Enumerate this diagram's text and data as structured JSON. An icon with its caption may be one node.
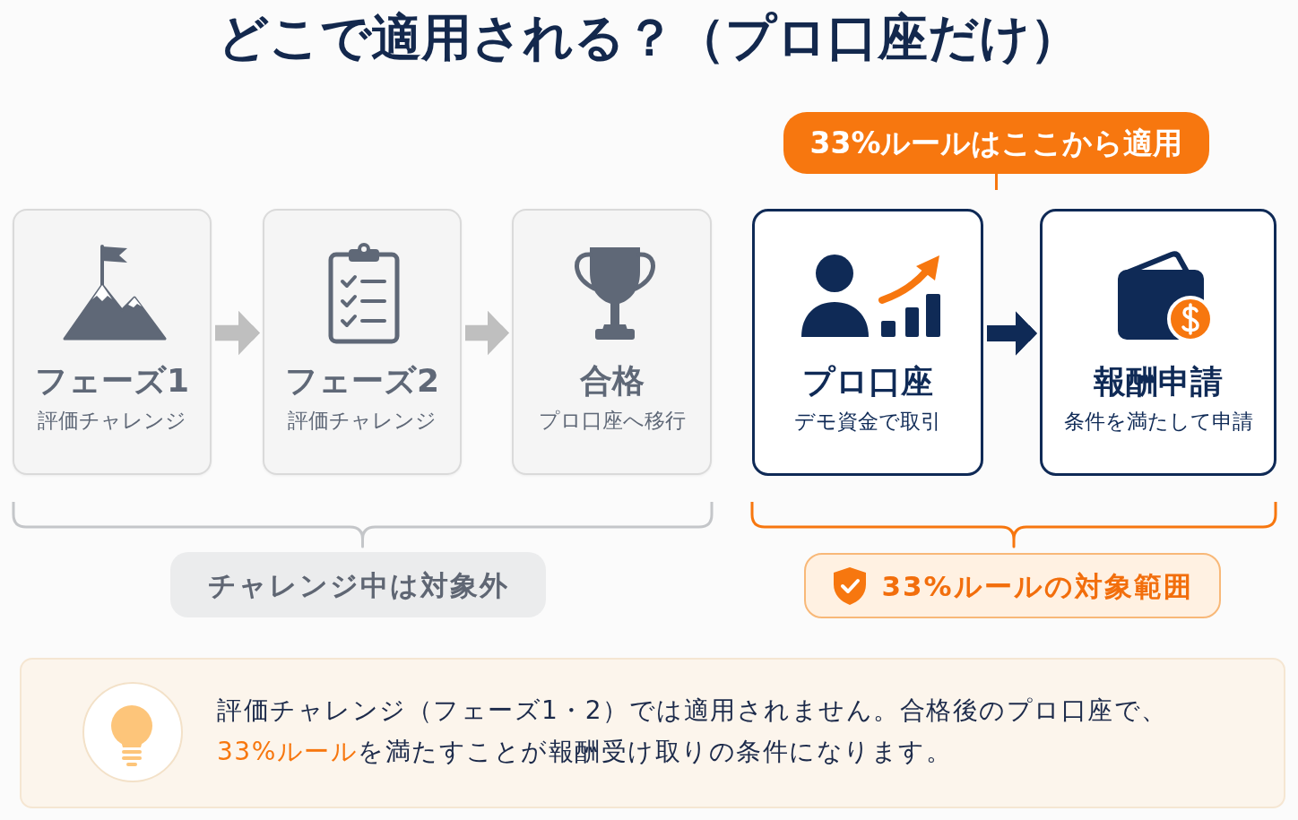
{
  "diagram": {
    "title": "どこで適用される？（プロ口座だけ）",
    "nodes": [
      {
        "text": [
          "フェーズ1",
          "評価チャレンジ"
        ]
      },
      {
        "text": [
          "フェーズ2",
          "評価チャレンジ"
        ]
      },
      {
        "text": [
          "合格",
          "プロ口座へ移行"
        ]
      },
      {
        "text": [
          "33%ルールはここから適用"
        ]
      },
      {
        "text": [
          "プロ口座",
          "デモ資金で取引"
        ]
      },
      {
        "text": [
          "報酬申請",
          "条件を満たして申請"
        ]
      },
      {
        "text": [
          "チャレンジ中は対象外"
        ]
      },
      {
        "text": [
          "33%ルールの対象範囲"
        ]
      },
      {
        "text": [
          "評価チャレンジ（フェーズ1・2）では適用されません。合格後のプロ口座で、**33%ルール**を満たすことが報酬受け取りの条件になります。"
        ]
      }
    ],
    "edges": [
      {
        "from": 0,
        "to": 1,
        "arrow": "to"
      },
      {
        "from": 1,
        "to": 2,
        "arrow": "to"
      },
      {
        "from": 4,
        "to": 5,
        "arrow": "to",
        "color": "#0f2a56"
      },
      {
        "from": 3,
        "to": null,
        "arrow": "none",
        "color": "#f7770f"
      }
    ]
  }
}
